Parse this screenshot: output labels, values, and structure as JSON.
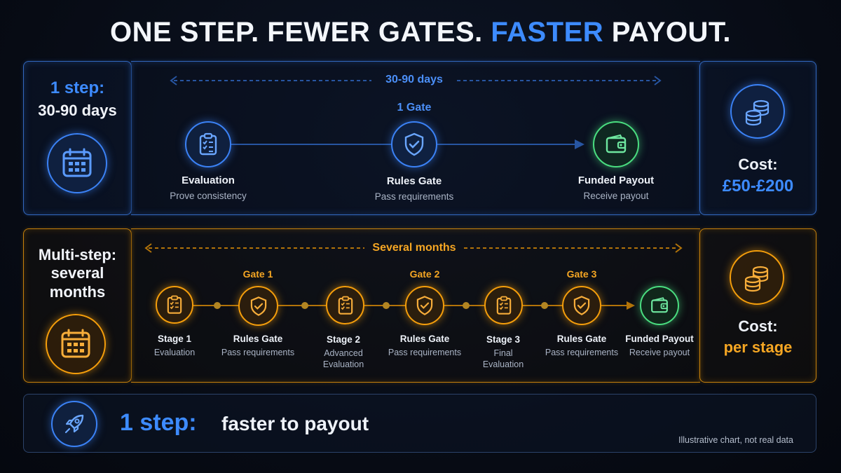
{
  "title": {
    "part1": "ONE STEP. FEWER GATES. ",
    "highlight": "FASTER",
    "part2": " PAYOUT."
  },
  "one_step": {
    "side_title": "1 step:",
    "side_sub": "30-90 days",
    "span_label": "30-90 days",
    "gate_label": "1 Gate",
    "nodes": [
      {
        "title": "Evaluation",
        "sub": "Prove consistency",
        "icon": "clipboard-icon"
      },
      {
        "title": "Rules Gate",
        "sub": "Pass requirements",
        "icon": "shield-check-icon"
      },
      {
        "title": "Funded Payout",
        "sub": "Receive payout",
        "icon": "wallet-icon"
      }
    ],
    "cost_label": "Cost:",
    "cost_value": "£50-£200",
    "cost_icon": "coins-icon"
  },
  "multi_step": {
    "side_line1": "Multi-step:",
    "side_line2": "several",
    "side_line3": "months",
    "span_label": "Several months",
    "gates": [
      "Gate 1",
      "Gate 2",
      "Gate 3"
    ],
    "nodes": [
      {
        "title": "Stage 1",
        "sub": "Evaluation",
        "sub2": ""
      },
      {
        "title": "Rules Gate",
        "sub": "Pass requirements",
        "sub2": ""
      },
      {
        "title": "Stage 2",
        "sub": "Advanced",
        "sub2": "Evaluation"
      },
      {
        "title": "Rules Gate",
        "sub": "Pass requirements",
        "sub2": ""
      },
      {
        "title": "Stage 3",
        "sub": "Final",
        "sub2": "Evaluation"
      },
      {
        "title": "Rules Gate",
        "sub": "Pass requirements",
        "sub2": ""
      },
      {
        "title": "Funded Payout",
        "sub": "Receive payout",
        "sub2": ""
      }
    ],
    "cost_label": "Cost:",
    "cost_value": "per stage"
  },
  "footer": {
    "accent": "1 step:",
    "text": "faster to payout",
    "icon": "rocket-icon",
    "note": "Illustrative chart, not real data"
  },
  "colors": {
    "blue": "#3b82f6",
    "orange": "#f59e0b",
    "green": "#4ade80"
  }
}
